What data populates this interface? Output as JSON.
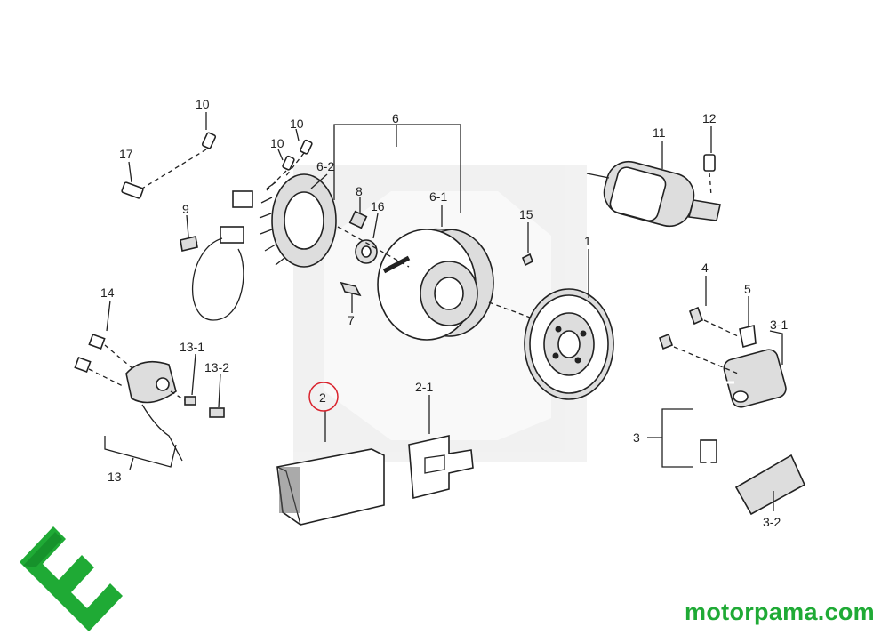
{
  "watermark_text": "motorpama.com",
  "brand_color": "#1faa35",
  "highlight_color": "#d9232d",
  "highlighted_callout": "2",
  "callouts": [
    {
      "id": "c-10a",
      "text": "10"
    },
    {
      "id": "c-10b",
      "text": "10"
    },
    {
      "id": "c-10c",
      "text": "10"
    },
    {
      "id": "c-17",
      "text": "17"
    },
    {
      "id": "c-6-2",
      "text": "6-2"
    },
    {
      "id": "c-9",
      "text": "9"
    },
    {
      "id": "c-6",
      "text": "6"
    },
    {
      "id": "c-8",
      "text": "8"
    },
    {
      "id": "c-16",
      "text": "16"
    },
    {
      "id": "c-6-1",
      "text": "6-1"
    },
    {
      "id": "c-7",
      "text": "7"
    },
    {
      "id": "c-15",
      "text": "15"
    },
    {
      "id": "c-1",
      "text": "1"
    },
    {
      "id": "c-11",
      "text": "11"
    },
    {
      "id": "c-12",
      "text": "12"
    },
    {
      "id": "c-14",
      "text": "14"
    },
    {
      "id": "c-13-1",
      "text": "13-1"
    },
    {
      "id": "c-13-2",
      "text": "13-2"
    },
    {
      "id": "c-13",
      "text": "13"
    },
    {
      "id": "c-2",
      "text": "2"
    },
    {
      "id": "c-2-1",
      "text": "2-1"
    },
    {
      "id": "c-4",
      "text": "4"
    },
    {
      "id": "c-5",
      "text": "5"
    },
    {
      "id": "c-3-1",
      "text": "3-1"
    },
    {
      "id": "c-3",
      "text": "3"
    },
    {
      "id": "c-3-2",
      "text": "3-2"
    }
  ]
}
